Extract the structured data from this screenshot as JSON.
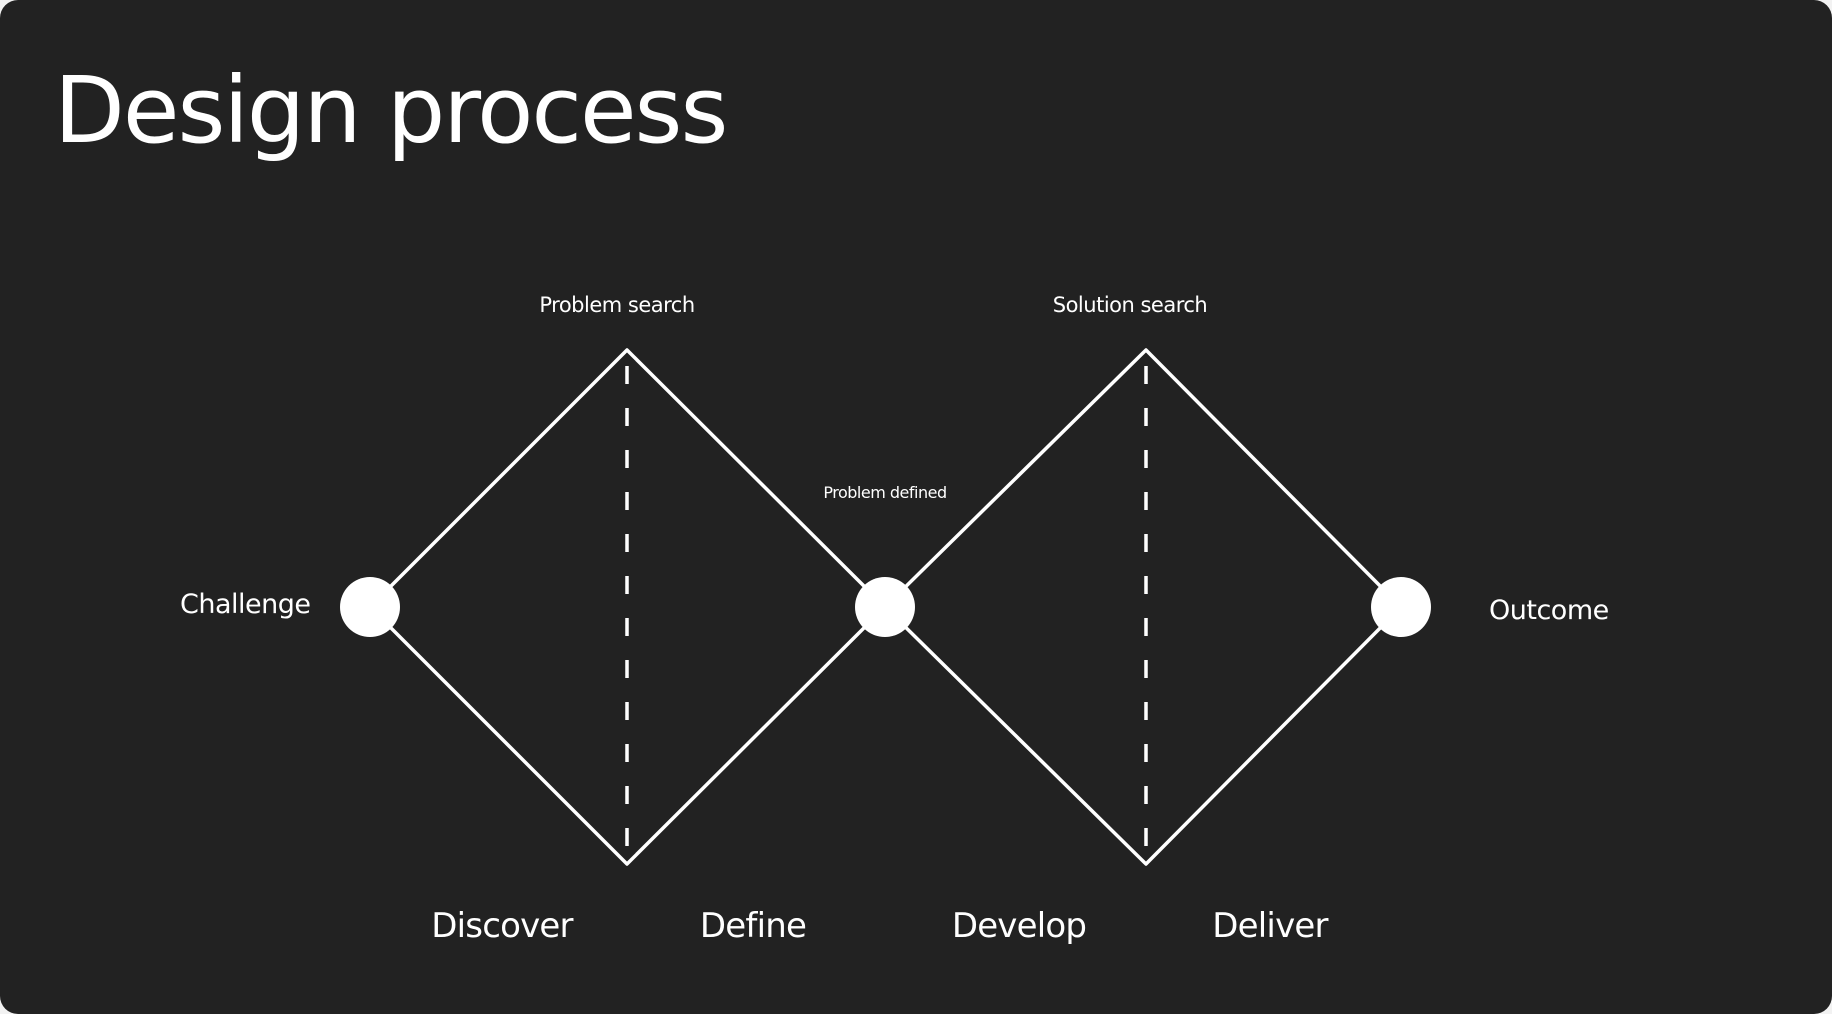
{
  "title": "Design process",
  "labels": {
    "problem_search": "Problem search",
    "solution_search": "Solution search",
    "problem_defined": "Problem defined",
    "challenge": "Challenge",
    "outcome": "Outcome"
  },
  "phases": [
    "Discover",
    "Define",
    "Develop",
    "Deliver"
  ],
  "colors": {
    "background": "#222222",
    "foreground": "#ffffff"
  }
}
